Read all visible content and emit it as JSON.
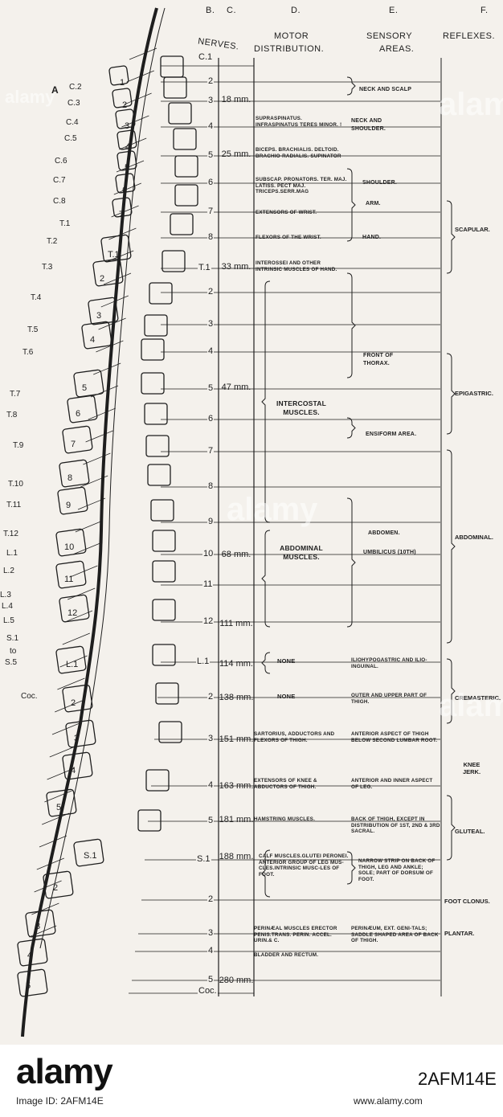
{
  "headers": {
    "a": "A",
    "b": "B.",
    "c": "C.",
    "nerves": "NERVES.",
    "d_letter": "D.",
    "d_title": "MOTOR",
    "d_title2": "DISTRIBUTION.",
    "e_letter": "E.",
    "e_title": "SENSORY",
    "e_title2": "AREAS.",
    "f_letter": "F.",
    "f_title": "REFLEXES."
  },
  "cord_labels": [
    "C.2",
    "C.3",
    "C.4",
    "C.5",
    "C.6",
    "C.7",
    "C.8",
    "T.1",
    "T.2",
    "T.3",
    "T.4",
    "T.5",
    "T.6",
    "T.7",
    "T.8",
    "T.9",
    "T.10",
    "T.11",
    "T.12",
    "L.1",
    "L.2",
    "L.3",
    "L.4",
    "L.5",
    "S.1",
    "to",
    "S.5",
    "Coc."
  ],
  "vertebrae": [
    "1",
    "2",
    "3",
    "4",
    "5",
    "6",
    "7",
    "T.1",
    "2",
    "3",
    "4",
    "5",
    "6",
    "7",
    "8",
    "9",
    "10",
    "11",
    "12",
    "L.1",
    "2",
    "3",
    "4",
    "5",
    "S.1",
    "2",
    "3",
    "4",
    "5"
  ],
  "nerve_levels": [
    "C.1",
    "2",
    "3",
    "4",
    "5",
    "6",
    "7",
    "8",
    "T.1",
    "2",
    "3",
    "4",
    "5",
    "6",
    "7",
    "8",
    "9",
    "10",
    "11",
    "12",
    "L.1",
    "2",
    "3",
    "4",
    "5",
    "S.1",
    "2",
    "3",
    "4",
    "5",
    "Coc."
  ],
  "distances": [
    "18 mm.",
    "25 mm.",
    "33 mm.",
    "47 mm.",
    "68 mm.",
    "111 mm.",
    "114 mm.",
    "138 mm.",
    "151 mm.",
    "163 mm.",
    "181 mm.",
    "188 mm.",
    "280 mm."
  ],
  "motor": [
    "SUPRASPINATUS. INFRASPINATUS TERES MINOR. !",
    "BICEPS. BRACHIALIS. DELTOID. BRACHIO-RADIALIS. SUPINATOR",
    "SUBSCAP. PRONATORS. TER. MAJ. LATISS. PECT MAJ. TRICEPS.SERR.MAG",
    "EXTENSORS OF WRIST.",
    "FLEXORS OF THE WRIST.",
    "INTEROSSEI AND OTHER INTRINSIC MUSCLES OF HAND.",
    "INTERCOSTAL MUSCLES.",
    "ABDOMINAL MUSCLES.",
    "NONE",
    "NONE",
    "SARTORIUS, ADDUCTORS AND FLEXORS OF THIGH.",
    "EXTENSORS OF KNEE & ABDUCTORS OF THIGH.",
    "HAMSTRING MUSCLES.",
    "CALF MUSCLES.GLUTEI PERONEI. ANTERIOR GROUP OF LEG MUS-CLES.INTRINSIC MUSC-LES OF FOOT.",
    "PERINÆAL MUSCLES ERECTOR PENIS.TRANS. PERIN. ACCEL. URIN.& C.",
    "BLADDER AND RECTUM."
  ],
  "sensory": [
    "NECK AND SCALP",
    "NECK AND SHOULDER.",
    "SHOULDER.",
    "ARM.",
    "HAND.",
    "FRONT OF THORAX.",
    "ENSIFORM AREA.",
    "ABDOMEN.",
    "UMBILICUS (10TH)",
    "ILIOHYPOGASTRIC AND ILIO-INGUINAL.",
    "OUTER AND UPPER PART OF THIGH.",
    "ANTERIOR ASPECT OF THIGH BELOW SECOND LUMBAR ROOT.",
    "ANTERIOR AND INNER ASPECT OF LEG.",
    "BACK OF THIGH, EXCEPT IN DISTRIBUTION OF 1ST, 2ND & 3RD SACRAL.",
    "NARROW STRIP ON BACK OF THIGH, LEG AND ANKLE; SOLE; PART OF DORSUM OF FOOT.",
    "PERINÆUM, EXT. GENI-TALS; SADDLE SHAPED AREA OF BACK OF THIGH."
  ],
  "reflexes": [
    "SCAPULAR.",
    "EPIGASTRIC.",
    "ABDOMINAL.",
    "CREMASTERIC.",
    "KNEE JERK.",
    "GLUTEAL.",
    "FOOT CLONUS.",
    "PLANTAR."
  ],
  "watermark": {
    "word": "alamy",
    "footer_logo": "alamy",
    "image_id_label": "Image ID: 2AFM14E",
    "site": "www.alamy.com",
    "side_id": "2AFM14E"
  },
  "colors": {
    "paper": "#f4f1ec",
    "ink": "#1e1e1e"
  }
}
